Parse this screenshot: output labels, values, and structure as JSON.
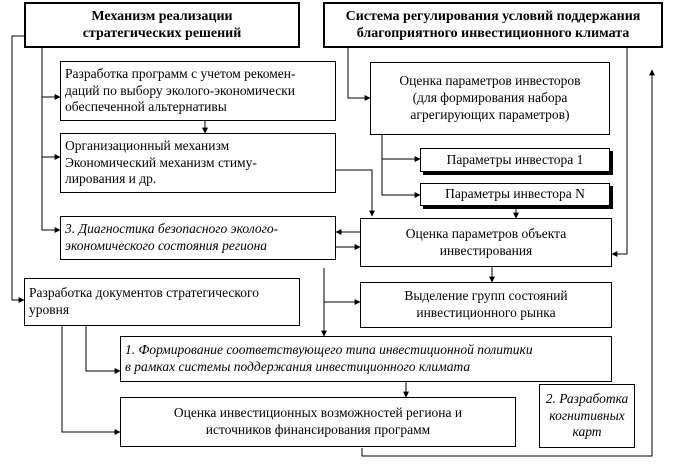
{
  "header_left": "Механизм реализации\nстратегических решений",
  "header_right": "Система регулирования условий поддержания\nблагоприятного инвестиционного климата",
  "program_dev": "Разработка программ с учетом рекомен-\nдаций по выбору эколого-экономически\nобеспеченной альтернативы",
  "org_mech": "Организационный механизм\nЭкономический механизм стиму-\nлирования и др.",
  "diagnostics": "3. Диагностика безопасного эколого-\nэкономического состояния региона",
  "strategic_docs": "Разработка документов стратегического\nуровня",
  "investor_params": "Оценка параметров инвесторов\n(для формирования набора\nагрегирующих параметров)",
  "investor_1": "Параметры инвестора 1",
  "investor_n": "Параметры инвестора N",
  "object_params": "Оценка параметров объекта\nинвестирования",
  "market_groups": "Выделение групп состояний\nинвестиционного рынка",
  "policy_formation": "1. Формирование соответствующего типа инвестиционной политики\nв рамках системы поддержания инвестиционного климата",
  "capability_eval": "Оценка инвестиционных возможностей региона и\nисточников финансирования программ",
  "cognitive_maps": "2. Разработка\nкогнитивных\nкарт"
}
